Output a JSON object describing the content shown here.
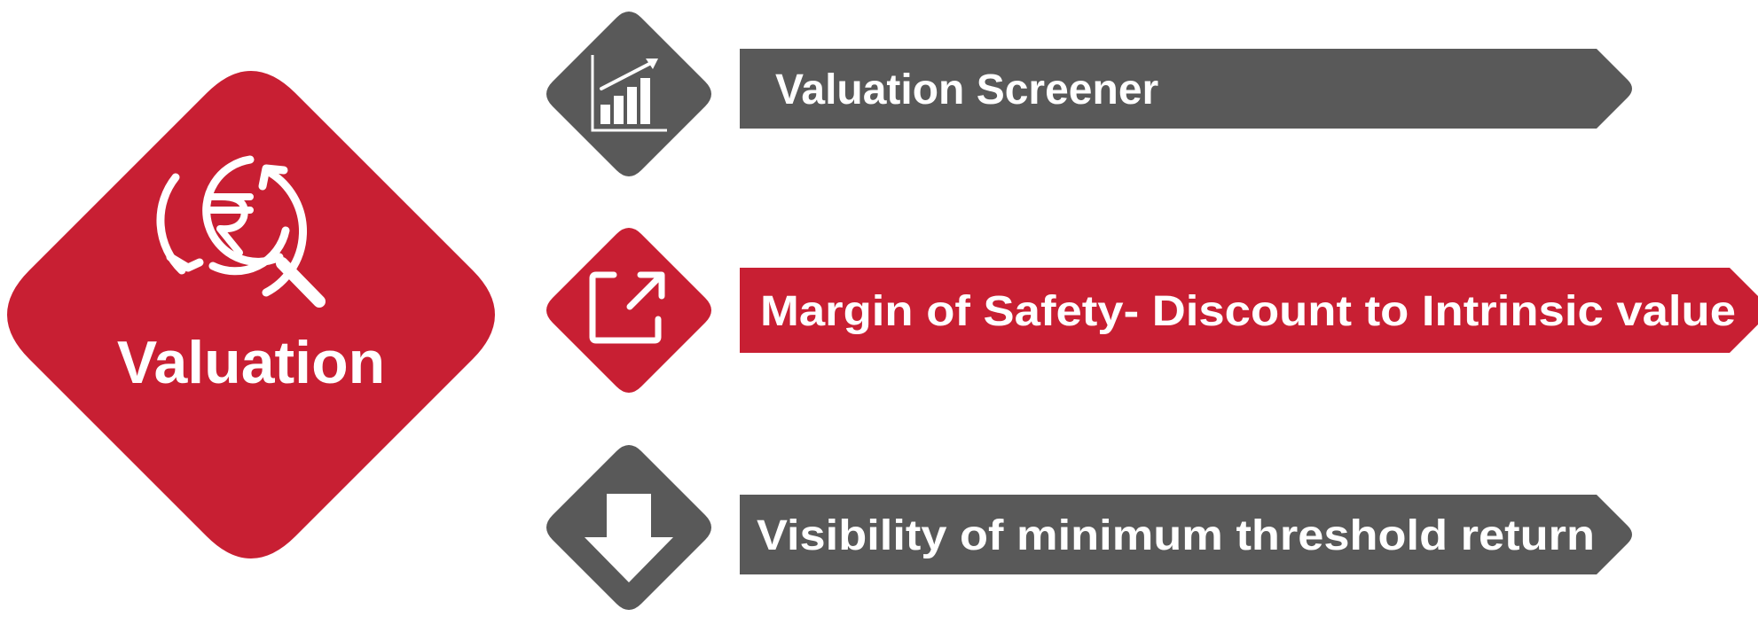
{
  "main": {
    "title": "Valuation",
    "icon": "rupee-search-refresh-icon"
  },
  "items": [
    {
      "label": "Valuation Screener",
      "icon": "bar-chart-trend-icon",
      "color": "#595959"
    },
    {
      "label": "Margin of Safety- Discount to Intrinsic value",
      "icon": "expand-arrow-icon",
      "color": "#C81F33"
    },
    {
      "label": "Visibility of minimum threshold return",
      "icon": "down-arrow-icon",
      "color": "#595959"
    }
  ],
  "colors": {
    "red": "#C81F33",
    "gray": "#595959",
    "white": "#FFFFFF"
  }
}
